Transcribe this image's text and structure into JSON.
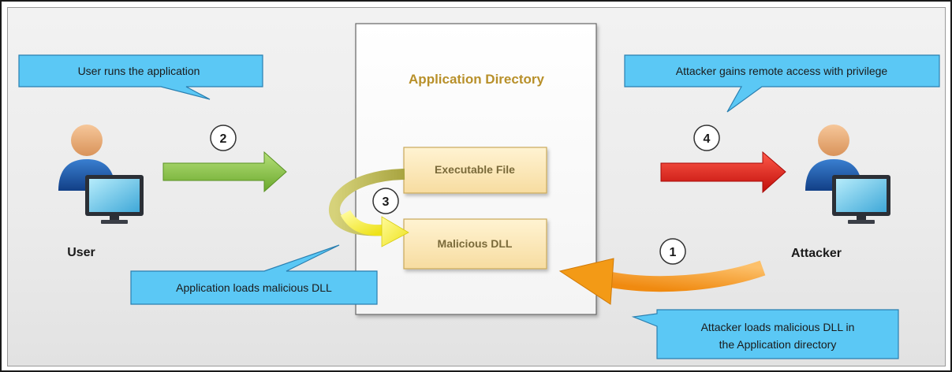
{
  "directory": {
    "title": "Application Directory",
    "files": {
      "executable": "Executable File",
      "dll": "Malicious DLL"
    }
  },
  "actors": {
    "user": "User",
    "attacker": "Attacker"
  },
  "steps": [
    "1",
    "2",
    "3",
    "4"
  ],
  "callouts": {
    "user_runs": "User runs the application",
    "attacker_access": "Attacker gains remote access with privilege",
    "app_loads": "Application loads malicious DLL",
    "attacker_loads_line1": "Attacker loads malicious DLL in",
    "attacker_loads_line2": "the Application directory"
  },
  "colors": {
    "callout_fill": "#5bc8f5",
    "callout_stroke": "#2a7fb0",
    "file_box": "#fbe6b4",
    "arrow_step1": "#f39a16",
    "arrow_step2": "#8cc63f",
    "arrow_step3": "#f2ec2a",
    "arrow_step4": "#e8201c"
  },
  "icons": [
    "user-computer-icon",
    "attacker-computer-icon"
  ]
}
